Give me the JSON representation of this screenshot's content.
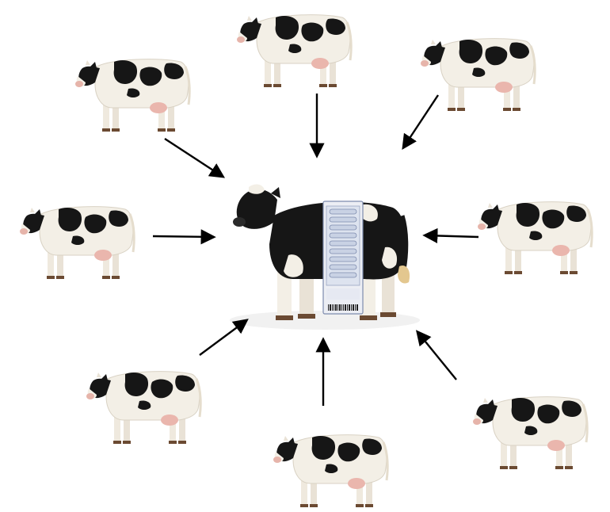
{
  "diagram": {
    "outer_animal": "holstein-cow",
    "center_animal": "holstein-calf",
    "center_device": "test-strip-card",
    "arrow_direction": "inward-to-center",
    "colors": {
      "hide_white": "#f3efe6",
      "hide_black": "#161616",
      "udder_pink": "#eab6ad",
      "hoof": "#6b4a32",
      "arrow": "#000000",
      "strip_bg": "#eceef4",
      "strip_well": "#c9d2e4",
      "strip_border": "#7d8bad"
    }
  }
}
